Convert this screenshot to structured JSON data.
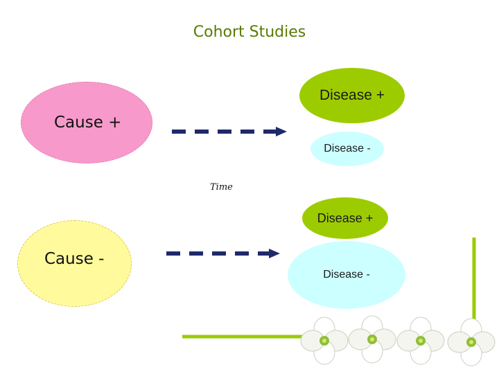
{
  "title": "Cohort Studies",
  "causes": {
    "positive": "Cause +",
    "negative": "Cause -"
  },
  "outcomes": {
    "group1_disease_pos": "Disease +",
    "group1_disease_neg": "Disease -",
    "group2_disease_pos": "Disease +",
    "group2_disease_neg": "Disease -"
  },
  "time_label": "Time",
  "colors": {
    "title": "#5a7a00",
    "cause_positive": "#f79acb",
    "cause_negative": "#fffb9c",
    "disease_positive": "#9ccc00",
    "disease_negative": "#ccffff",
    "arrow": "#1f2a6b",
    "accent_line": "#99cc00"
  },
  "decoration": "white-flower-icons"
}
